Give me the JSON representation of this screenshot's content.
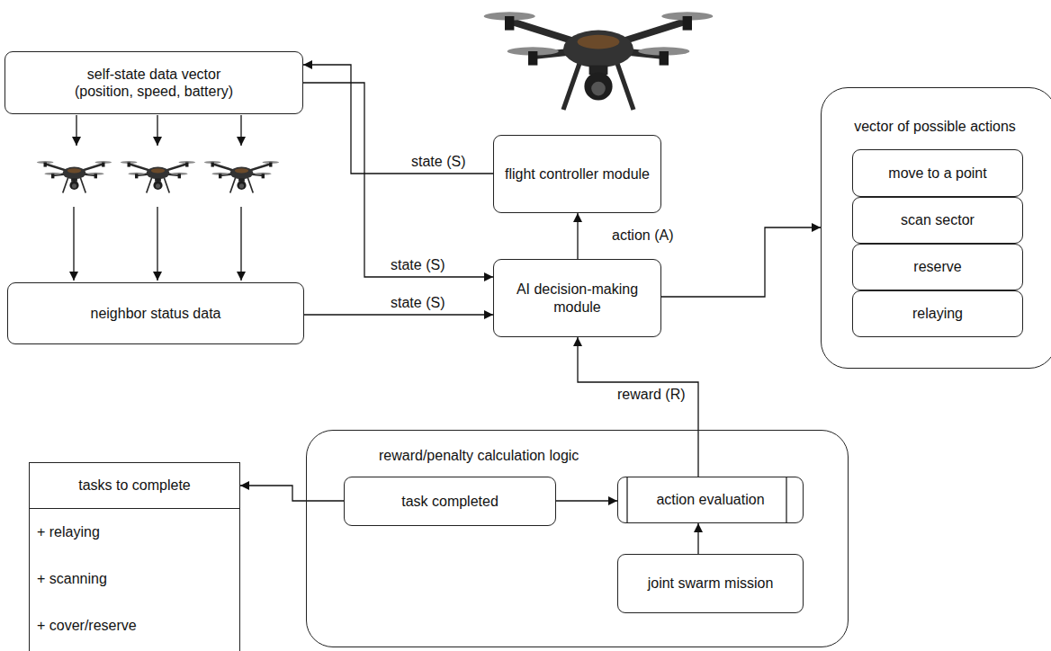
{
  "diagram": {
    "nodes": [
      {
        "text": [
          "self-state data vector (position, speed, battery)"
        ]
      },
      {
        "text": [
          "neighbor status data"
        ]
      },
      {
        "text": [
          "flight controller module"
        ]
      },
      {
        "text": [
          "AI decision-making module"
        ]
      },
      {
        "text": [
          "vector of possible actions"
        ]
      },
      {
        "text": [
          "move to a point"
        ],
        "in": 4
      },
      {
        "text": [
          "scan sector"
        ],
        "in": 4
      },
      {
        "text": [
          "reserve"
        ],
        "in": 4
      },
      {
        "text": [
          "relaying"
        ],
        "in": 4
      },
      {
        "text": [
          "tasks to complete",
          "+ relaying",
          "+ scanning",
          "+ cover/reserve"
        ]
      },
      {
        "text": [
          "reward/penalty calculation logic"
        ]
      },
      {
        "text": [
          "task completed"
        ],
        "in": 10
      },
      {
        "text": [
          "action evaluation"
        ],
        "in": 10
      },
      {
        "text": [
          "joint swarm mission"
        ],
        "in": 10
      }
    ],
    "edges": [
      {
        "from": 2,
        "to": 0,
        "label": "state (S)",
        "arrow": "to"
      },
      {
        "from": 0,
        "to": 3,
        "label": "state (S)",
        "arrow": "to"
      },
      {
        "from": 1,
        "to": 3,
        "label": "state (S)",
        "arrow": "to"
      },
      {
        "from": 3,
        "to": 2,
        "label": "action (A)",
        "arrow": "to"
      },
      {
        "from": 3,
        "to": 4,
        "arrow": "to"
      },
      {
        "from": 12,
        "to": 3,
        "label": "reward (R)",
        "arrow": "to"
      },
      {
        "from": 11,
        "to": 9,
        "arrow": "to"
      },
      {
        "from": 11,
        "to": 12,
        "arrow": "to"
      },
      {
        "from": 13,
        "to": 12,
        "arrow": "to"
      }
    ]
  }
}
